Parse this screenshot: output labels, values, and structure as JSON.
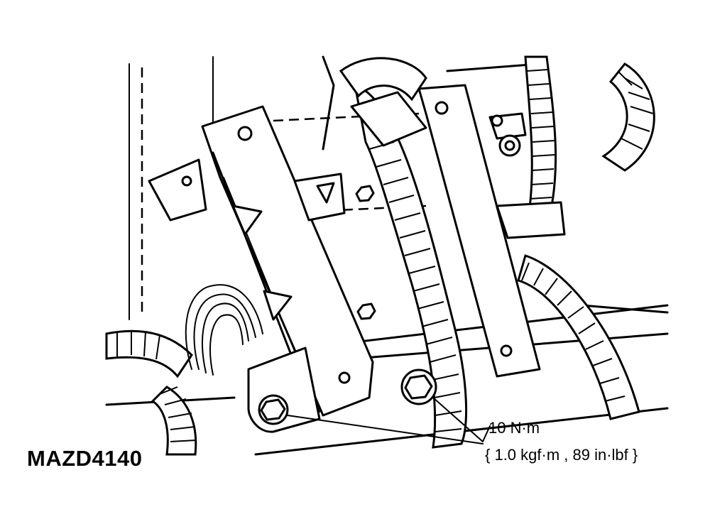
{
  "figure": {
    "id_label": "MAZD4140",
    "torque_line_1": "10 N·m",
    "torque_line_2": "{ 1.0 kgf·m , 89 in·lbf }"
  },
  "icons": [
    "bolt-icon",
    "nut-icon",
    "triangle-marker-icon",
    "wiring-harness-icon",
    "bracket-icon"
  ],
  "colors": {
    "ink": "#000000",
    "paper": "#ffffff"
  }
}
